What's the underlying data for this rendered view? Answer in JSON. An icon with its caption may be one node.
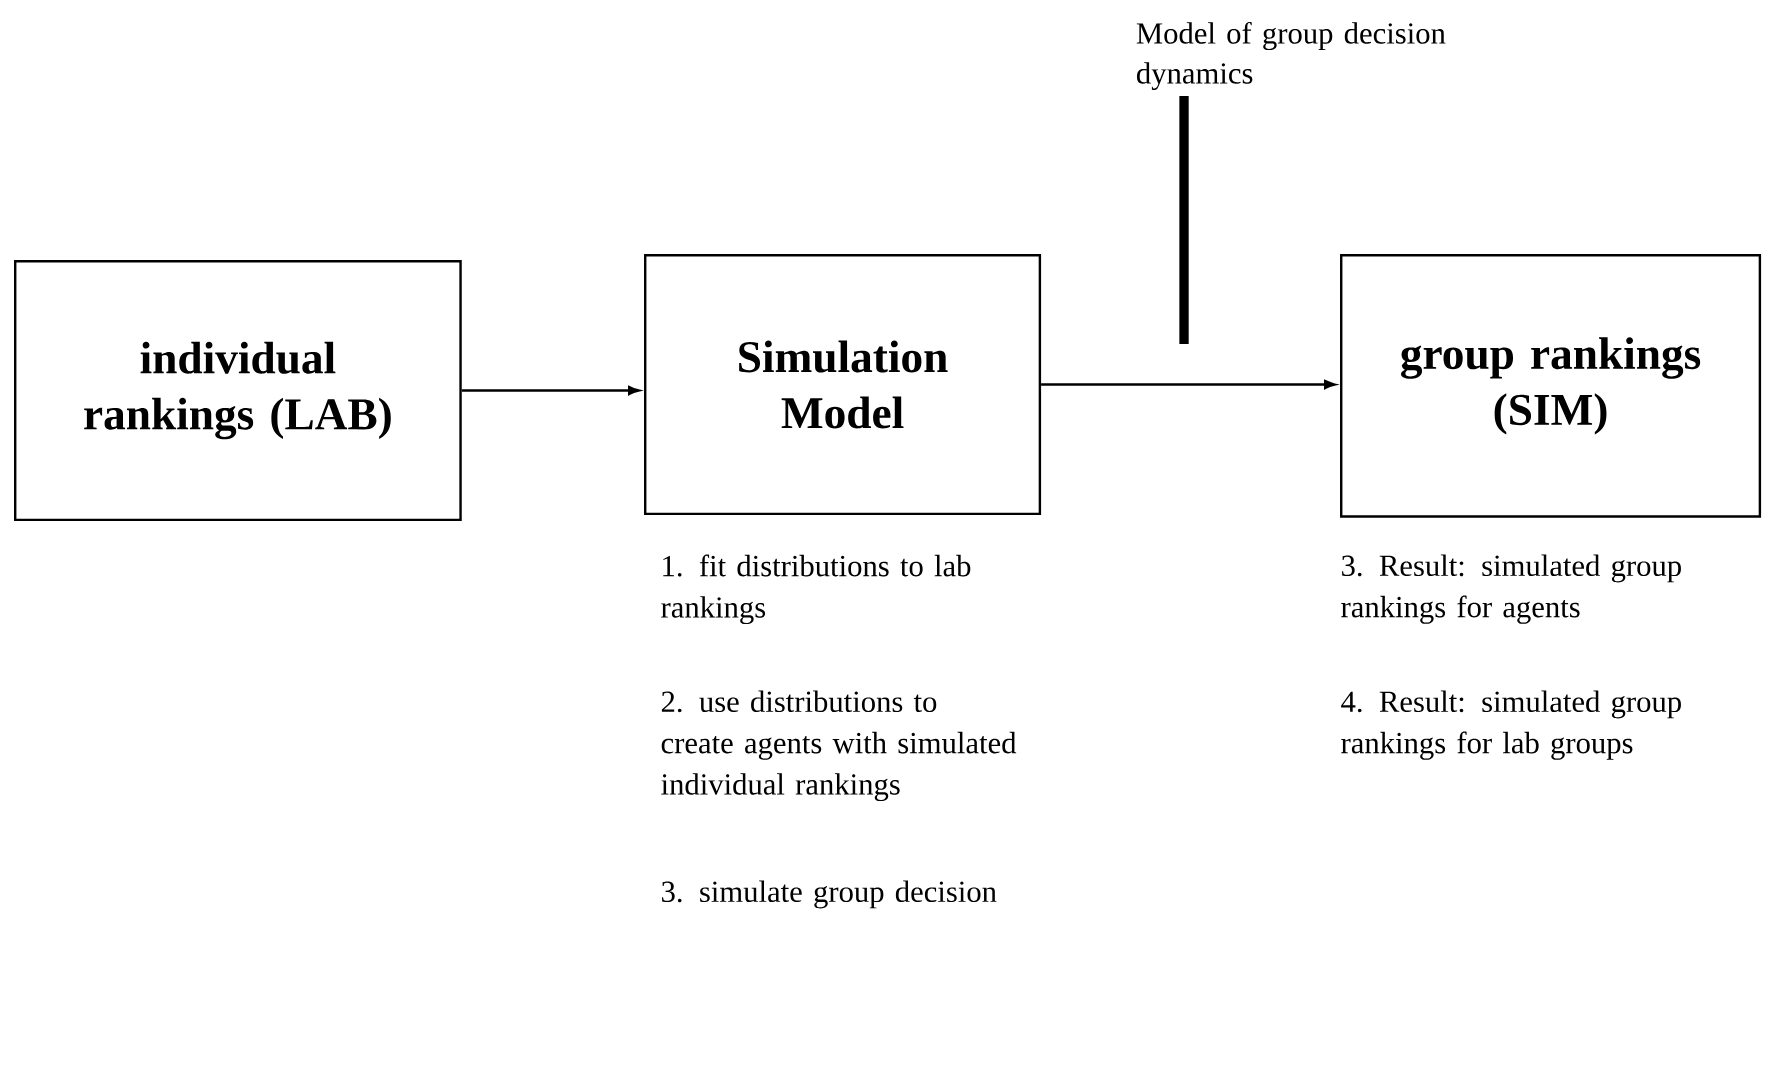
{
  "diagram": {
    "nodes": [
      {
        "text": [
          "individual rankings (LAB)"
        ]
      },
      {
        "text": [
          "Simulation Model"
        ],
        "beside": [
          "1. fit distributions to lab rankings",
          "2. use distributions to create agents with simulated individual rankings",
          "3. simulate group decision"
        ]
      },
      {
        "text": [
          "group rankings (SIM)"
        ],
        "beside": [
          "3. Result: simulated group rankings for agents",
          "4. Result: simulated group rankings for lab groups"
        ]
      },
      {
        "text": [
          "Model of group decision dynamics"
        ]
      }
    ],
    "edges": [
      {
        "from": 0,
        "to": 1,
        "arrow": "to"
      },
      {
        "from": 1,
        "to": 2,
        "arrow": "to"
      },
      {
        "from": 3,
        "to": null,
        "arrow": "none",
        "style": "thick"
      }
    ]
  }
}
